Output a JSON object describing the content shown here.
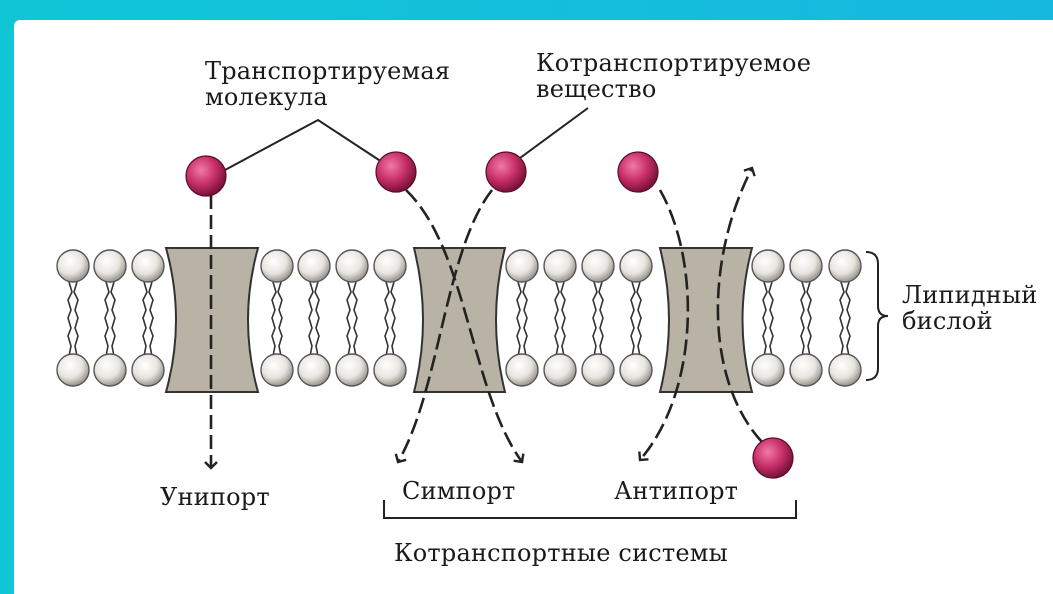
{
  "labels": {
    "transported_molecule": "Транспортируемая\nмолекула",
    "cotransported_substance": "Котранспортируемое\nвещество",
    "lipid_bilayer": "Липидный\nбислой",
    "uniport": "Унипорт",
    "symport": "Симпорт",
    "antiport": "Антипорт",
    "cotransport_systems": "Котранспортные системы"
  },
  "colors": {
    "background_gradient": [
      "#10c6d6",
      "#17b8e0"
    ],
    "page": "#ffffff",
    "molecule": "#c8306a",
    "protein": "#b9b3a6",
    "line": "#222222"
  }
}
